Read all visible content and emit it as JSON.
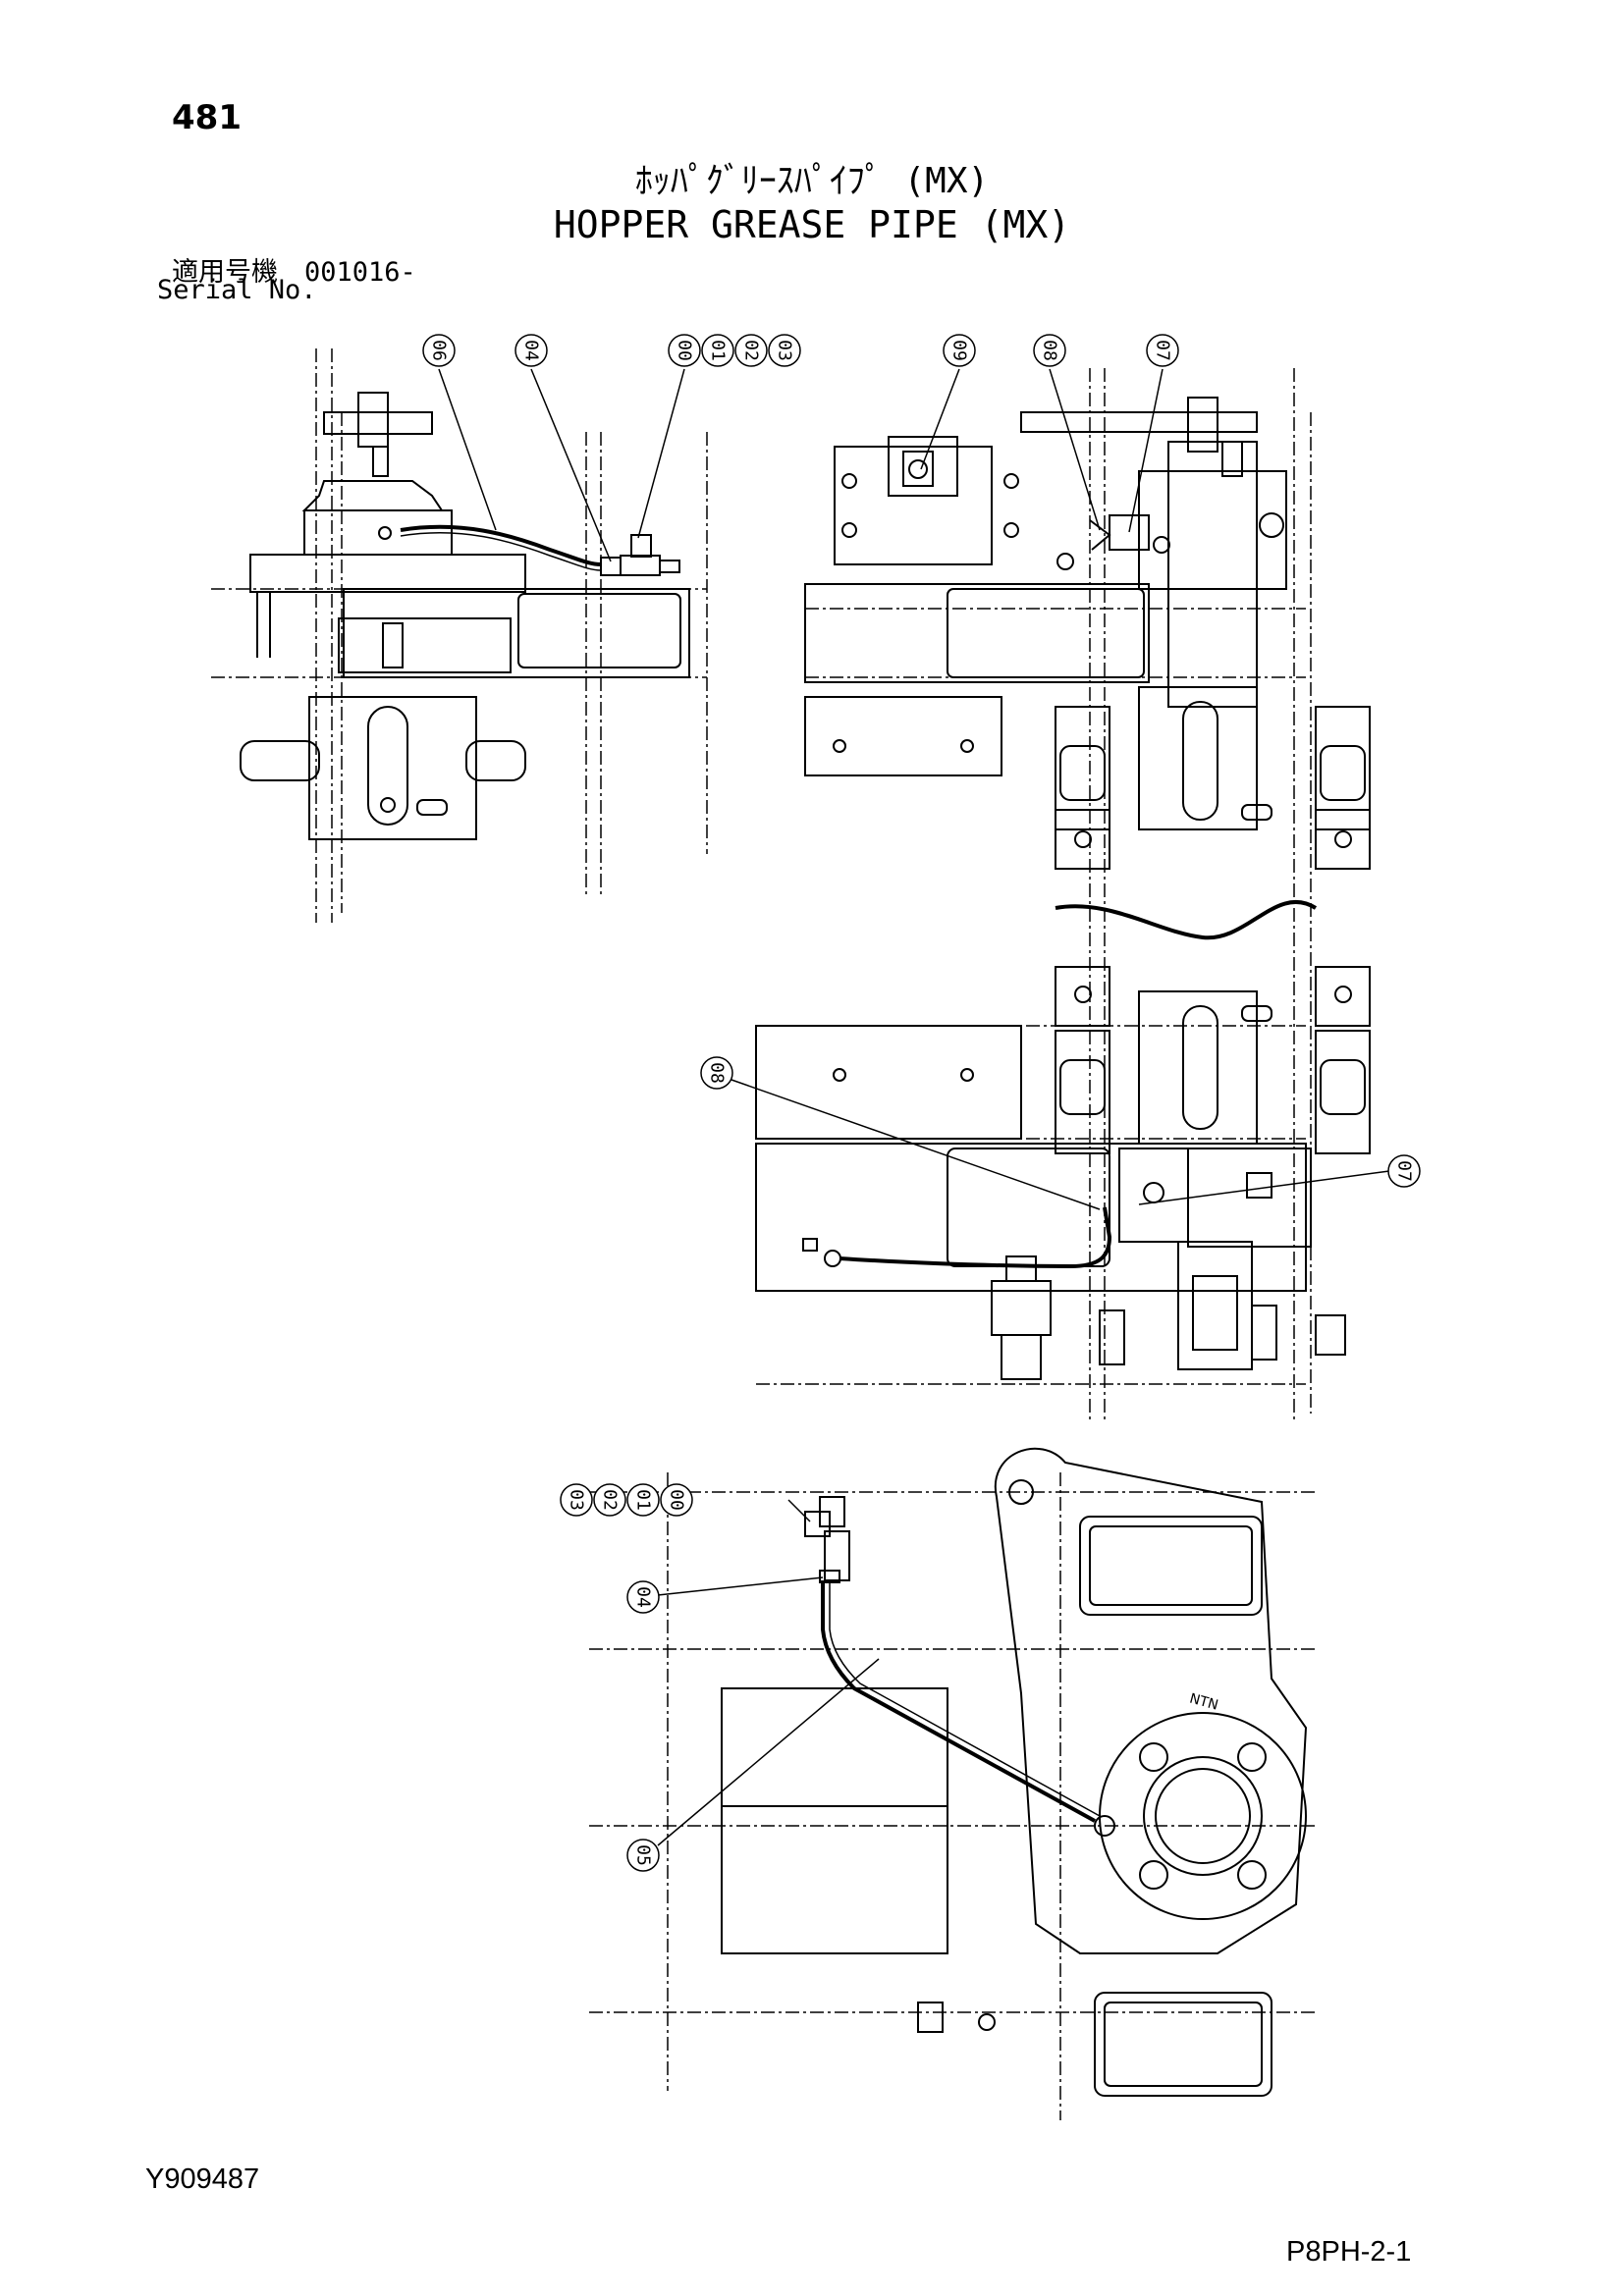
{
  "header": {
    "page_number": "481",
    "title_jp": "ﾎｯﾊﾟｸﾞﾘｰｽﾊﾟｲﾌﾟ (MX)",
    "title_en": "HOPPER GREASE PIPE (MX)",
    "serial_jp": "適用号機　001016-",
    "serial_en": "Serial No."
  },
  "footer": {
    "doc_code": "Y909487",
    "page_code": "P8PH-2-1"
  },
  "callouts": {
    "c06": "06",
    "c04": "04",
    "c00": "00",
    "c01": "01",
    "c02": "02",
    "c03": "03",
    "c09": "09",
    "c08": "08",
    "c07": "07",
    "c08b": "08",
    "c07b": "07",
    "c03b": "03",
    "c02b": "02",
    "c01b": "01",
    "c00b": "00",
    "c04b": "04",
    "c05": "05"
  },
  "bearing_mark": "NTN"
}
